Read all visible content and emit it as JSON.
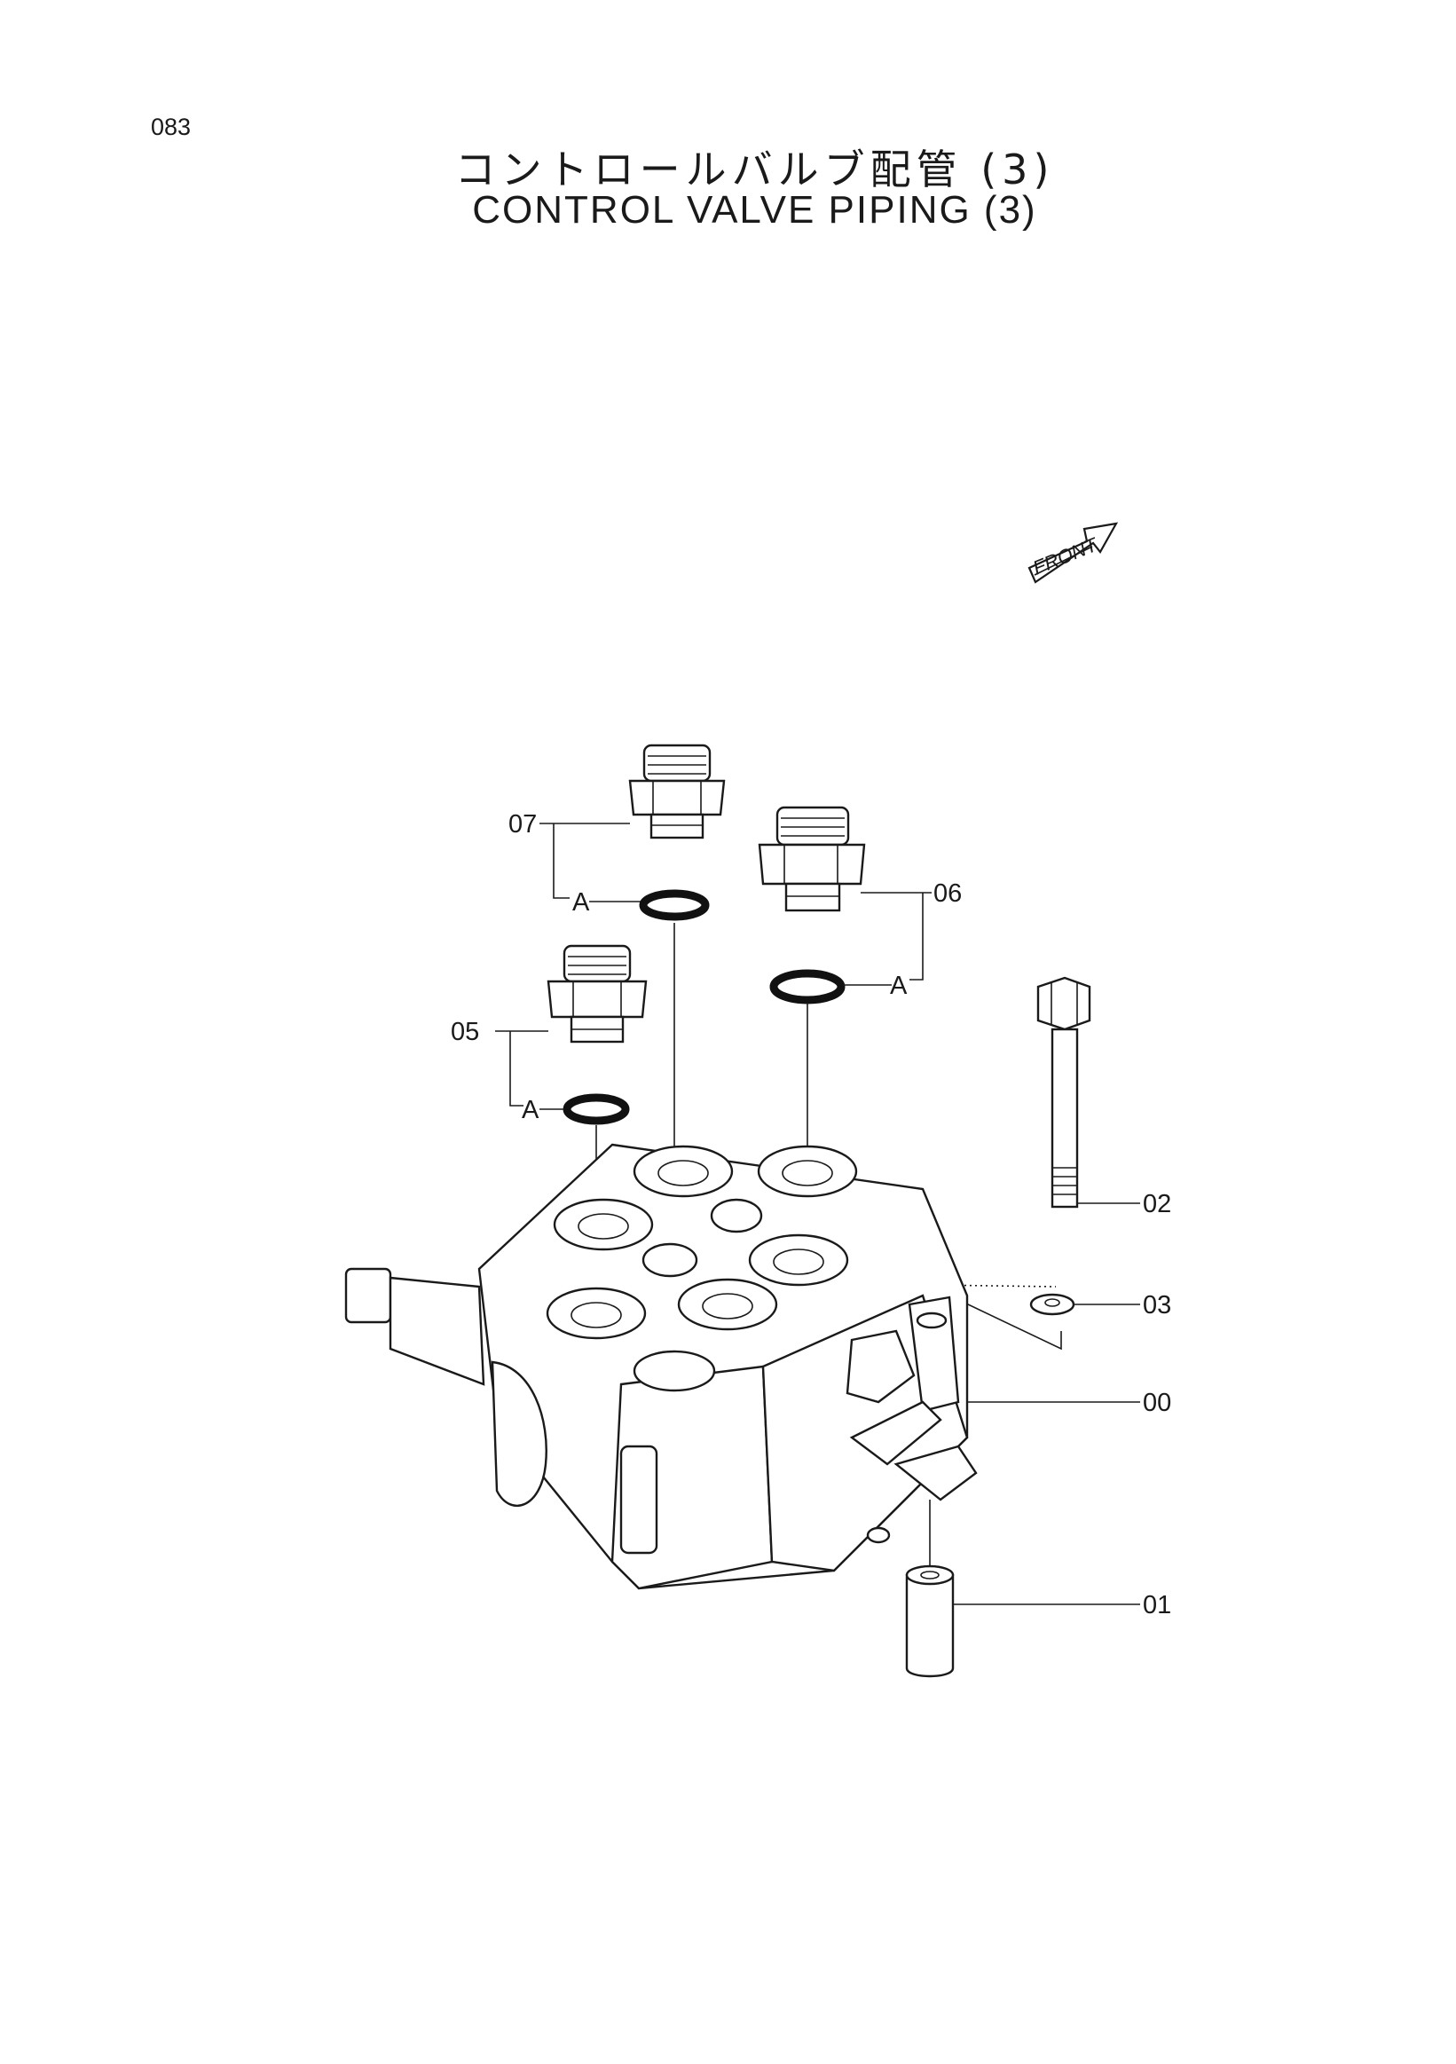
{
  "page": {
    "number": "083",
    "title_jp": "コントロールバルブ配管 (3)",
    "title_en": "CONTROL VALVE PIPING (3)"
  },
  "front_marker": "FRONT",
  "callouts": {
    "p00": "00",
    "p01": "01",
    "p02": "02",
    "p03": "03",
    "p05": "05",
    "p06": "06",
    "p07": "07",
    "a_05": "A",
    "a_06": "A",
    "a_07": "A"
  }
}
